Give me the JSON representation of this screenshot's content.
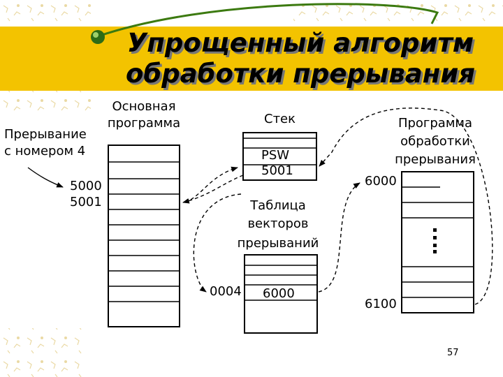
{
  "slide": {
    "title_line1": "Упрощенный алгоритм",
    "title_line2": "обработки прерывания",
    "page_number": "57",
    "colors": {
      "banner": "#f3c300",
      "accent_arc": "#3c7a10",
      "bullet": "#2d6b16"
    }
  },
  "labels": {
    "main_program_line1": "Основная",
    "main_program_line2": "программа",
    "interrupt_line1": "Прерывание",
    "interrupt_line2": "с номером 4",
    "addr_5000": "5000",
    "addr_5001": "5001",
    "stack_title": "Стек",
    "stack_psw": "PSW",
    "stack_5001": "5001",
    "vector_table_line1": "Таблица",
    "vector_table_line2": "векторов",
    "vector_table_line3": "прерываний",
    "vector_index": "0004",
    "vector_value": "6000",
    "handler_line1": "Программа",
    "handler_line2": "обработки",
    "handler_line3": "прерывания",
    "handler_start": "6000",
    "handler_end": "6100"
  }
}
